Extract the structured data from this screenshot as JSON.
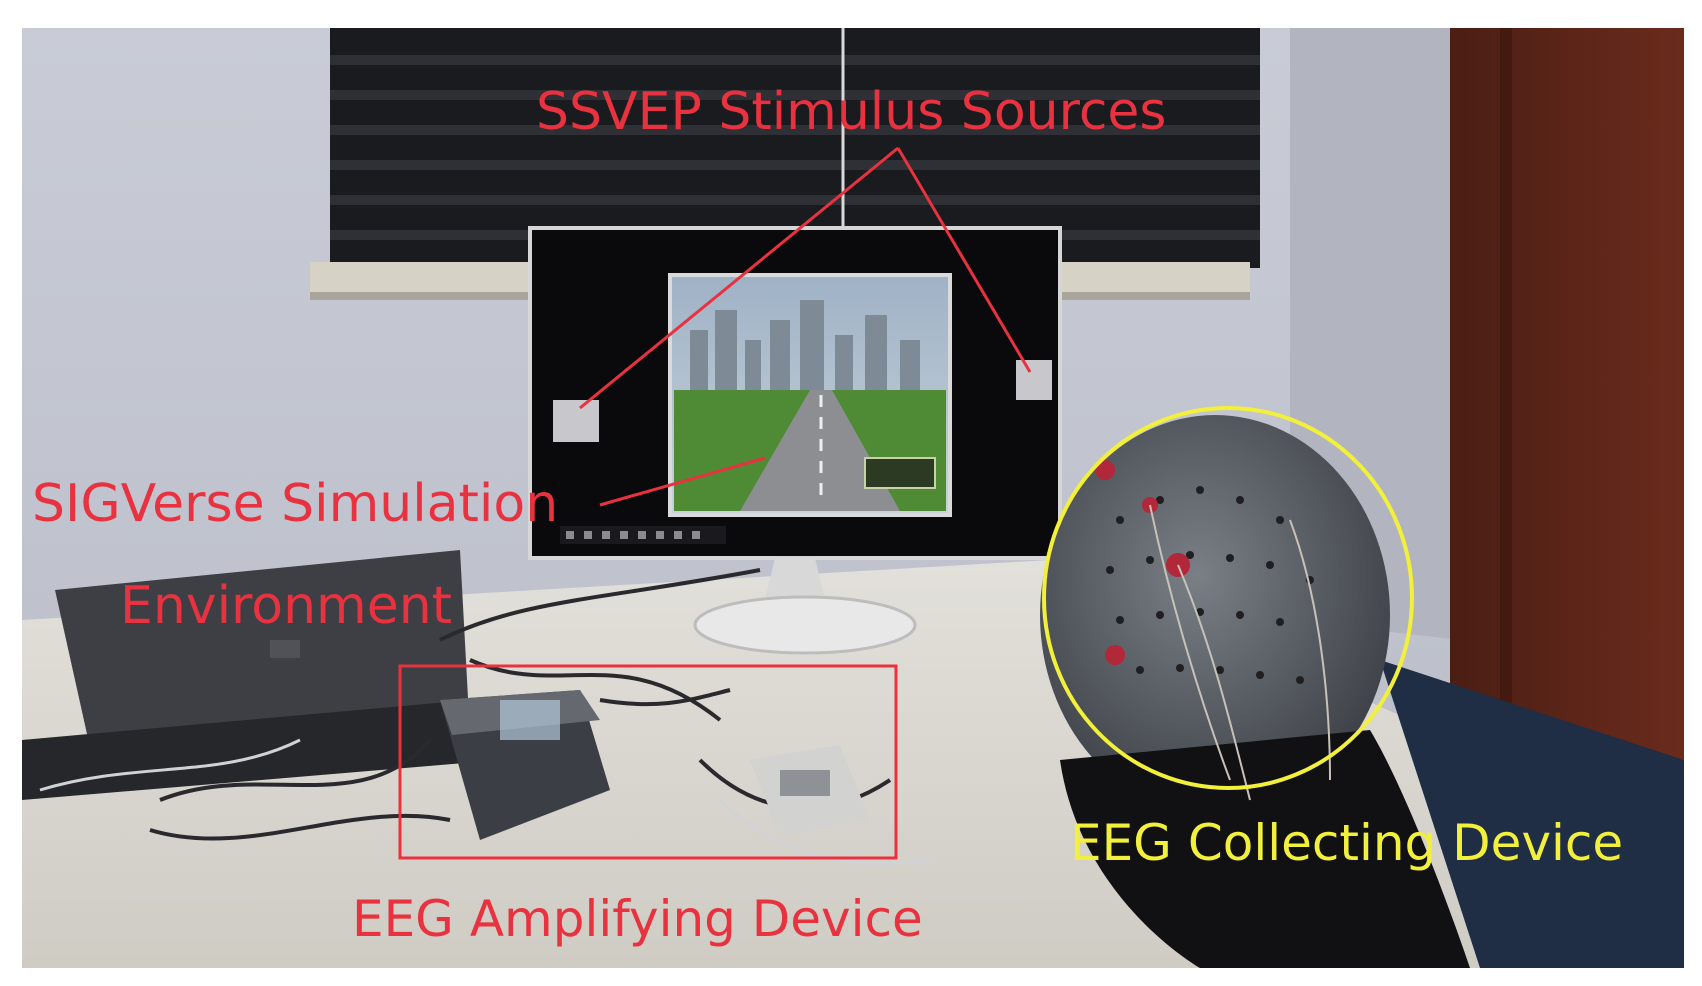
{
  "labels": {
    "ssvep": "SSVEP Stimulus Sources",
    "sigverse_line1": "SIGVerse Simulation",
    "sigverse_line2": "Environment",
    "amplifier": "EEG Amplifying Device",
    "collector": "EEG Collecting Device"
  },
  "colors": {
    "annotation_red": "#e8323f",
    "annotation_yellow": "#f2f03a"
  }
}
